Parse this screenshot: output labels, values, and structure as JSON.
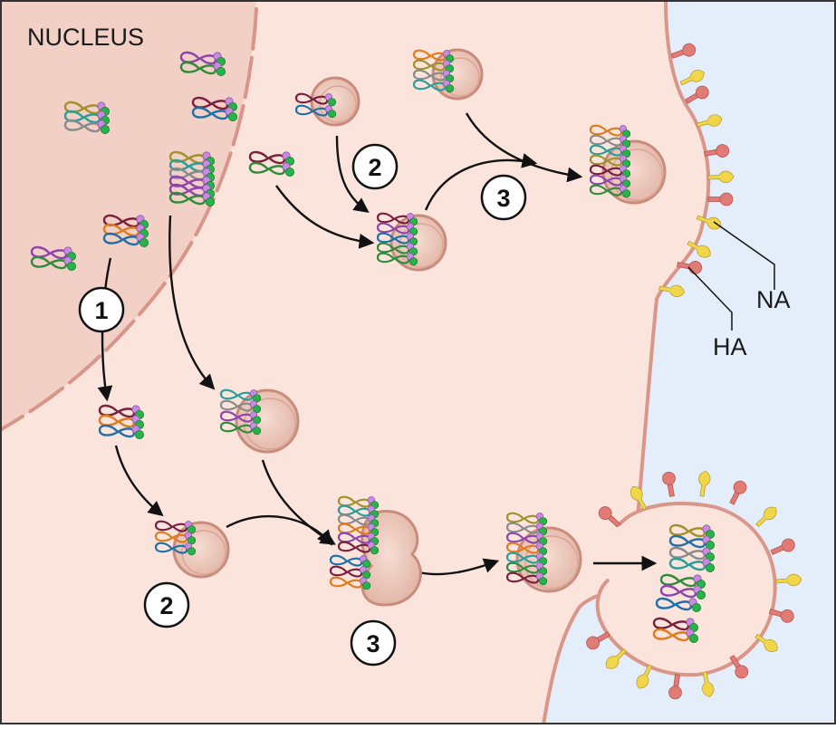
{
  "labels": {
    "nucleus": "NUCLEUS",
    "na": "NA",
    "ha": "HA"
  },
  "steps": {
    "s1": "1",
    "s2_top": "2",
    "s2_bottom": "2",
    "s3_top": "3",
    "s3_bottom": "3"
  },
  "colors": {
    "cytoplasm": "#fbe4dc",
    "nucleus": "#f2d0c6",
    "nuclear_envelope": "#d8958a",
    "extracellular": "#e4eefa",
    "membrane": "#d9968a",
    "vesicle": "#e2b3a5",
    "ha_protein": "#e07b75",
    "na_protein": "#f2d64a",
    "rnp_green": "#27b24a",
    "rnp_purple": "#c98be0",
    "arrow": "#111111",
    "rna_segments": [
      "#7a1f3d",
      "#e07a1c",
      "#1f6fa8",
      "#2a9d9a",
      "#8a8a8a",
      "#8e44ad",
      "#2e8b3a",
      "#a0922a"
    ]
  },
  "icons": {
    "rnp": "rnp-complex-icon",
    "ha": "ha-spike-icon",
    "na": "na-spike-icon"
  }
}
